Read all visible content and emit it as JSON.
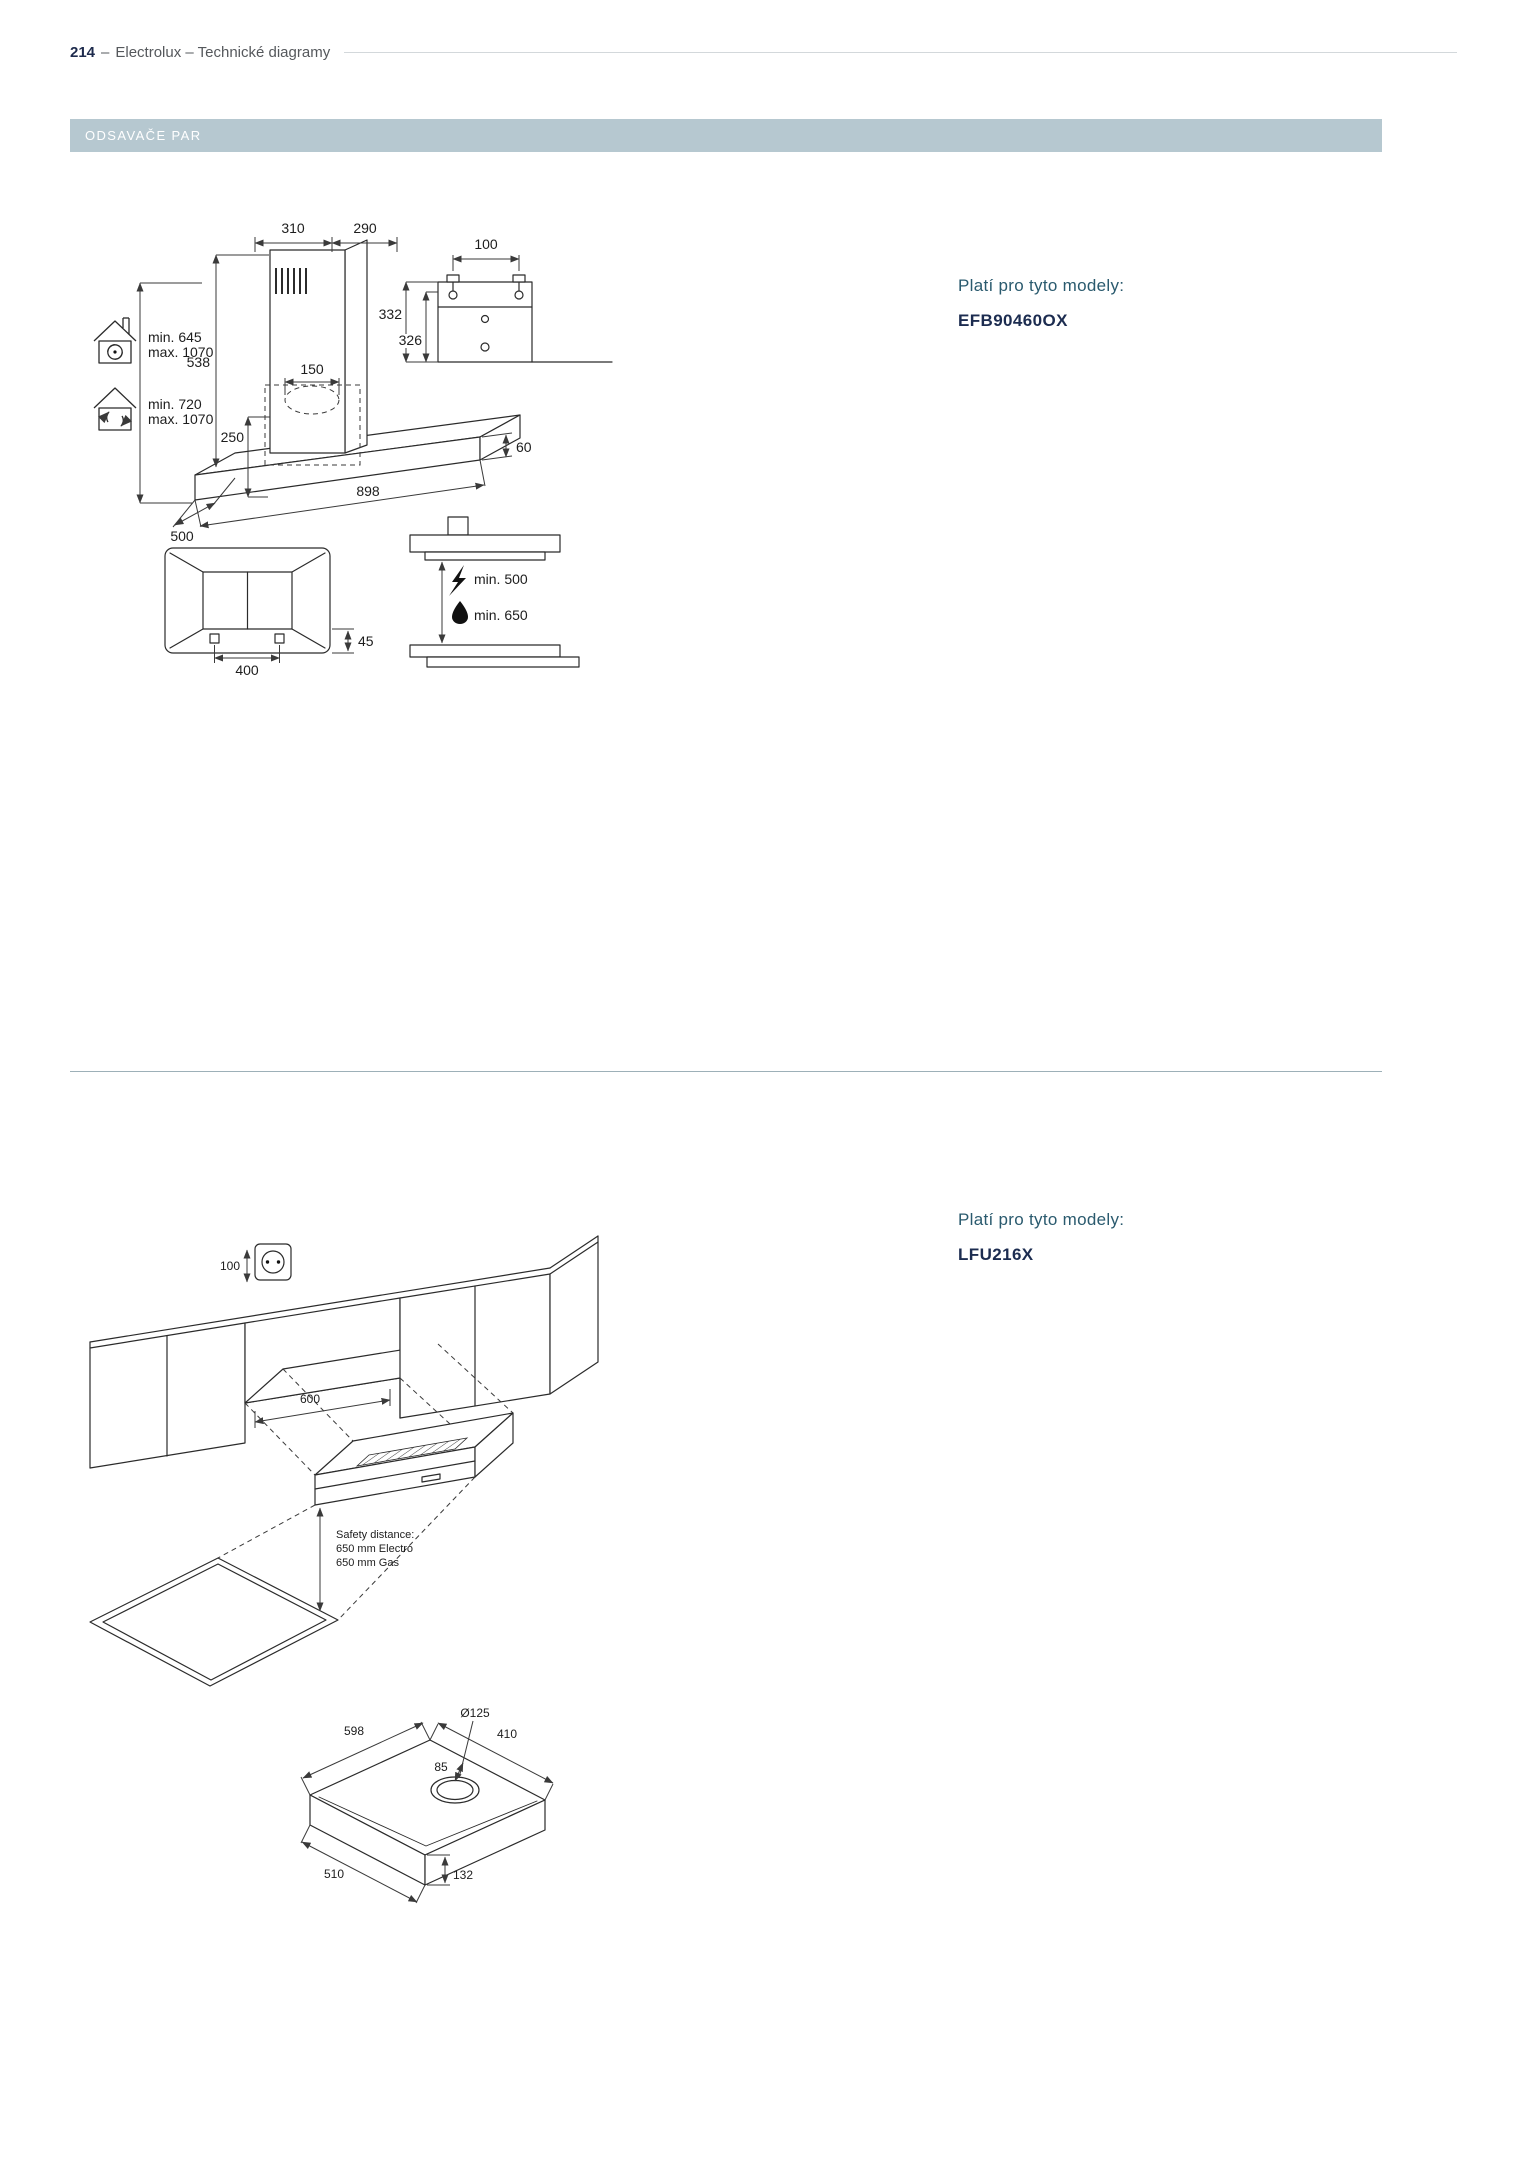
{
  "page": {
    "number": "214",
    "separator": "–",
    "title": "Electrolux – Technické diagramy"
  },
  "section": {
    "title": "ODSAVAČE PAR"
  },
  "models_label": "Platí pro tyto modely:",
  "colors": {
    "section_bar": "#b6c8d0",
    "models_label_text": "#2a5a6e",
    "model_text": "#1c2c50"
  },
  "diagram1": {
    "model": "EFB90460OX",
    "dims": {
      "top_width_left": "310",
      "top_width_right": "290",
      "bracket_width": "100",
      "bracket_height_outer": "332",
      "bracket_height_inner": "326",
      "exhaust_min": "min. 645",
      "exhaust_max": "max. 1070",
      "recirc_min": "min. 720",
      "recirc_max": "max. 1070",
      "chimney_height": "538",
      "duct_diameter": "150",
      "body_height": "250",
      "edge_height": "60",
      "depth": "500",
      "width": "898",
      "cutout_width": "400",
      "lip_height": "45",
      "clearance_electric": "min. 500",
      "clearance_gas": "min. 650"
    }
  },
  "diagram2": {
    "model": "LFU216X",
    "dims": {
      "socket_offset": "100",
      "cabinet_width": "600",
      "safety_title": "Safety distance:",
      "safety_electric": "650 mm Electro",
      "safety_gas": "650 mm Gas",
      "top_depth": "410",
      "width": "598",
      "duct_diameter": "Ø125",
      "duct_offset": "85",
      "bottom_depth": "510",
      "height": "132"
    }
  }
}
